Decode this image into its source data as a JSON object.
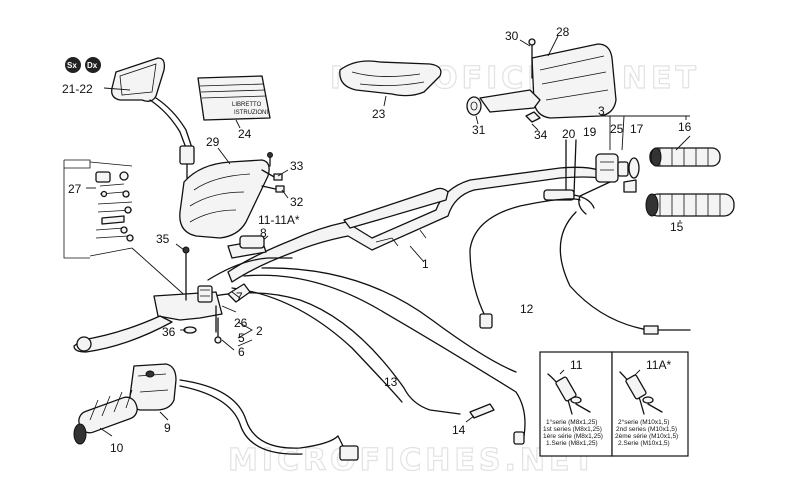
{
  "watermark": "MICROFICHES.NET",
  "badges": {
    "left": "Sx",
    "right": "Dx"
  },
  "manual_text": {
    "line1": "LIBRETTO",
    "line2": "ISTRUZIONI"
  },
  "labels": {
    "p1": "1",
    "p2": "2",
    "p3": "3",
    "p5": "5",
    "p6": "6",
    "p7": "7",
    "p8": "8",
    "p9": "9",
    "p10": "10",
    "p11_11a": "11-11A*",
    "p12": "12",
    "p13": "13",
    "p14": "14",
    "p15": "15",
    "p16": "16",
    "p17": "17",
    "p19": "19",
    "p20": "20",
    "p21_22": "21-22",
    "p23": "23",
    "p24": "24",
    "p25": "25",
    "p26": "26",
    "p27": "27",
    "p28": "28",
    "p29": "29",
    "p30": "30",
    "p31": "31",
    "p32": "32",
    "p33": "33",
    "p34": "34",
    "p35": "35",
    "p36": "36"
  },
  "inset_left": {
    "label": "11",
    "lines": [
      "1°serie (M8x1,25)",
      "1st series (M8x1,25)",
      "1ère série (M8x1,25)",
      "1.Serie (M8x1,25)"
    ]
  },
  "inset_right": {
    "label": "11A*",
    "lines": [
      "2°serie (M10x1,5)",
      "2nd series (M10x1,5)",
      "2ème série (M10x1,5)",
      "2.Serie (M10x1,5)"
    ]
  }
}
